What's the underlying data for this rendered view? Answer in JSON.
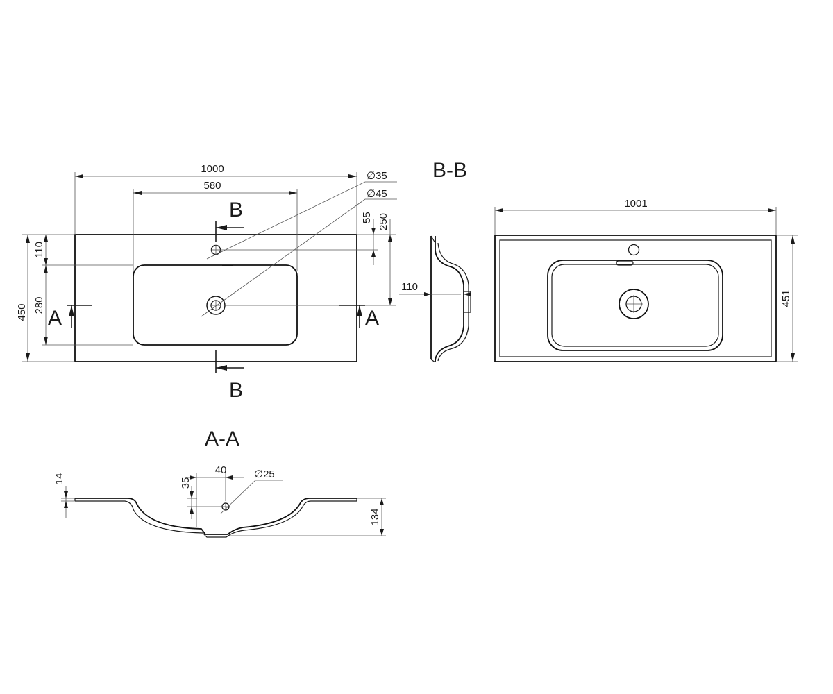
{
  "top_view": {
    "dim_width": "1000",
    "dim_bowl_width": "580",
    "dim_tap_hole": "∅35",
    "dim_drain": "∅45",
    "dim_tap_offset": "55",
    "dim_drain_offset": "250",
    "dim_depth": "450",
    "dim_tap_from_edge": "110",
    "dim_bowl_depth": "280",
    "section_a": "A",
    "section_b": "B"
  },
  "section_bb": {
    "title": "B-B",
    "dim_height": "110"
  },
  "right_view": {
    "dim_width": "1001",
    "dim_depth": "451"
  },
  "section_aa": {
    "title": "A-A",
    "dim_rim": "14",
    "dim_overflow_offset": "40",
    "dim_overflow_height": "35",
    "dim_overflow_dia": "∅25",
    "dim_total_height": "134"
  }
}
